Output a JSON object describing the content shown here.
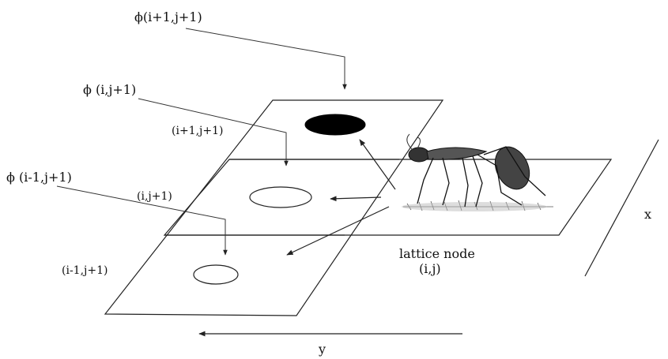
{
  "labels": {
    "phi_top": "ϕ(i+1,j+1)",
    "phi_mid": "ϕ (i,j+1)",
    "phi_low": "ϕ (i-1,j+1)",
    "node_top": "(i+1,j+1)",
    "node_mid": "(i,j+1)",
    "node_low": "(i-1,j+1)",
    "lattice_node": "lattice node",
    "lattice_index": "(i,j)",
    "axis_x": "x",
    "axis_y": "y"
  }
}
